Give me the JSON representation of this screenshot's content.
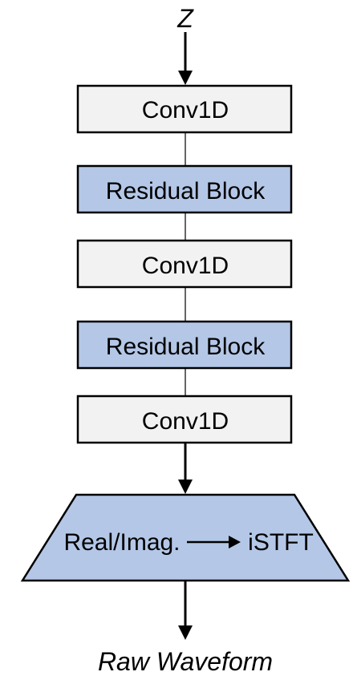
{
  "input_label": "Z",
  "output_label": "Raw Waveform",
  "blocks": [
    {
      "label": "Conv1D",
      "kind": "conv"
    },
    {
      "label": "Residual Block",
      "kind": "residual"
    },
    {
      "label": "Conv1D",
      "kind": "conv"
    },
    {
      "label": "Residual Block",
      "kind": "residual"
    },
    {
      "label": "Conv1D",
      "kind": "conv"
    }
  ],
  "trapezoid": {
    "left_label": "Real/Imag.",
    "right_label": "iSTFT"
  },
  "colors": {
    "conv_fill": "#f2f2f2",
    "residual_fill": "#b4c7e7",
    "trapezoid_fill": "#b4c7e7",
    "stroke": "#000000"
  }
}
